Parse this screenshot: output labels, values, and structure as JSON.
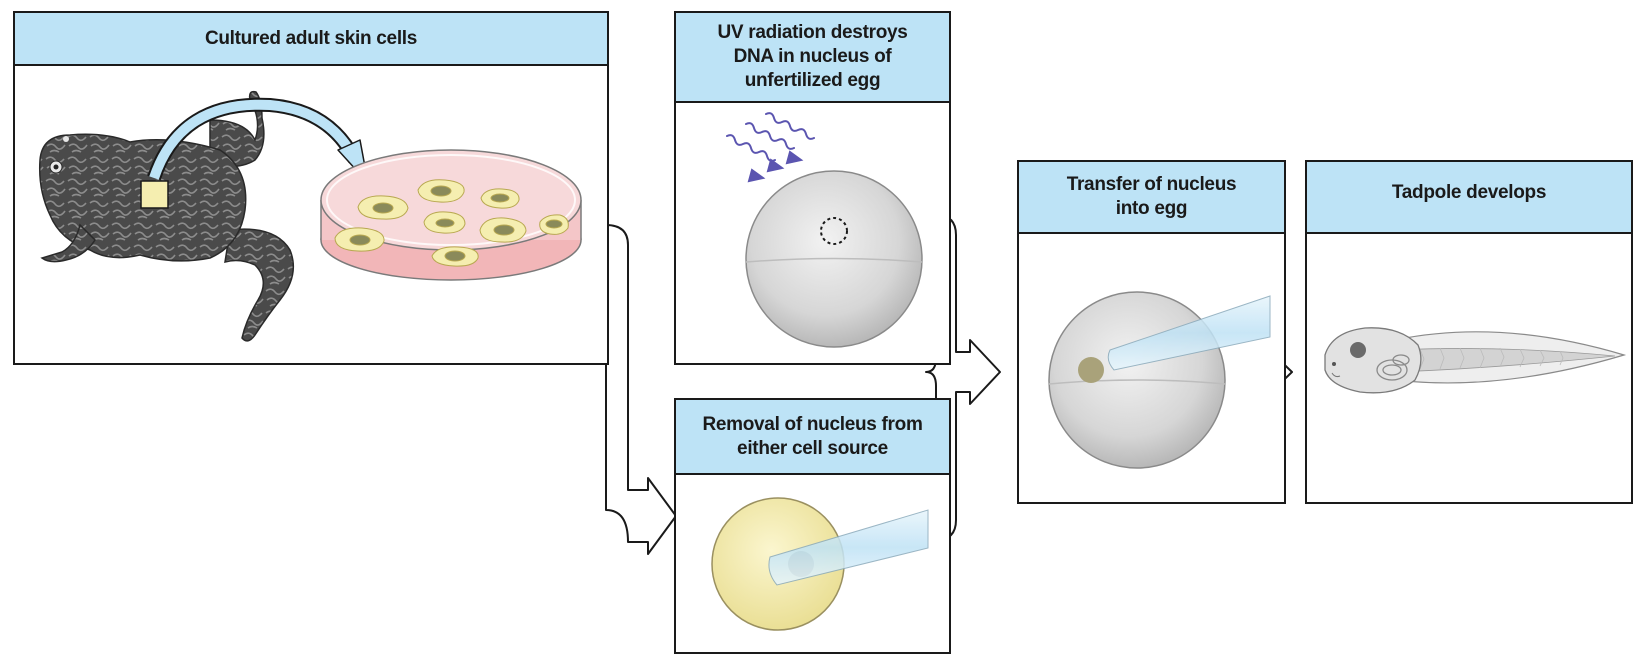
{
  "panels": {
    "skin_cells": {
      "title": "Cultured adult skin cells"
    },
    "uv_egg": {
      "title": "UV radiation destroys\nDNA in nucleus of\nunfertilized egg"
    },
    "removal": {
      "title": "Removal of nucleus from\neither cell source"
    },
    "transfer": {
      "title": "Transfer of nucleus\ninto egg"
    },
    "tadpole": {
      "title": "Tadpole develops"
    }
  },
  "colors": {
    "header_fill": "#bde3f6",
    "panel_border": "#1a1a1a",
    "egg_gray": "#d9d9d9",
    "cell_yellow": "#f5eeb0",
    "nucleus": "#a9a27a",
    "uv_purple": "#5b55b0",
    "pipette_blue": "#cfe9f7",
    "dish_pink": "#f4c6c8",
    "frog_dark": "#3a3a3a"
  },
  "icons": [
    "frog-icon",
    "petri-dish-icon",
    "uv-rays-icon",
    "egg-icon",
    "pipette-icon",
    "tadpole-icon",
    "flow-arrow-icon"
  ]
}
